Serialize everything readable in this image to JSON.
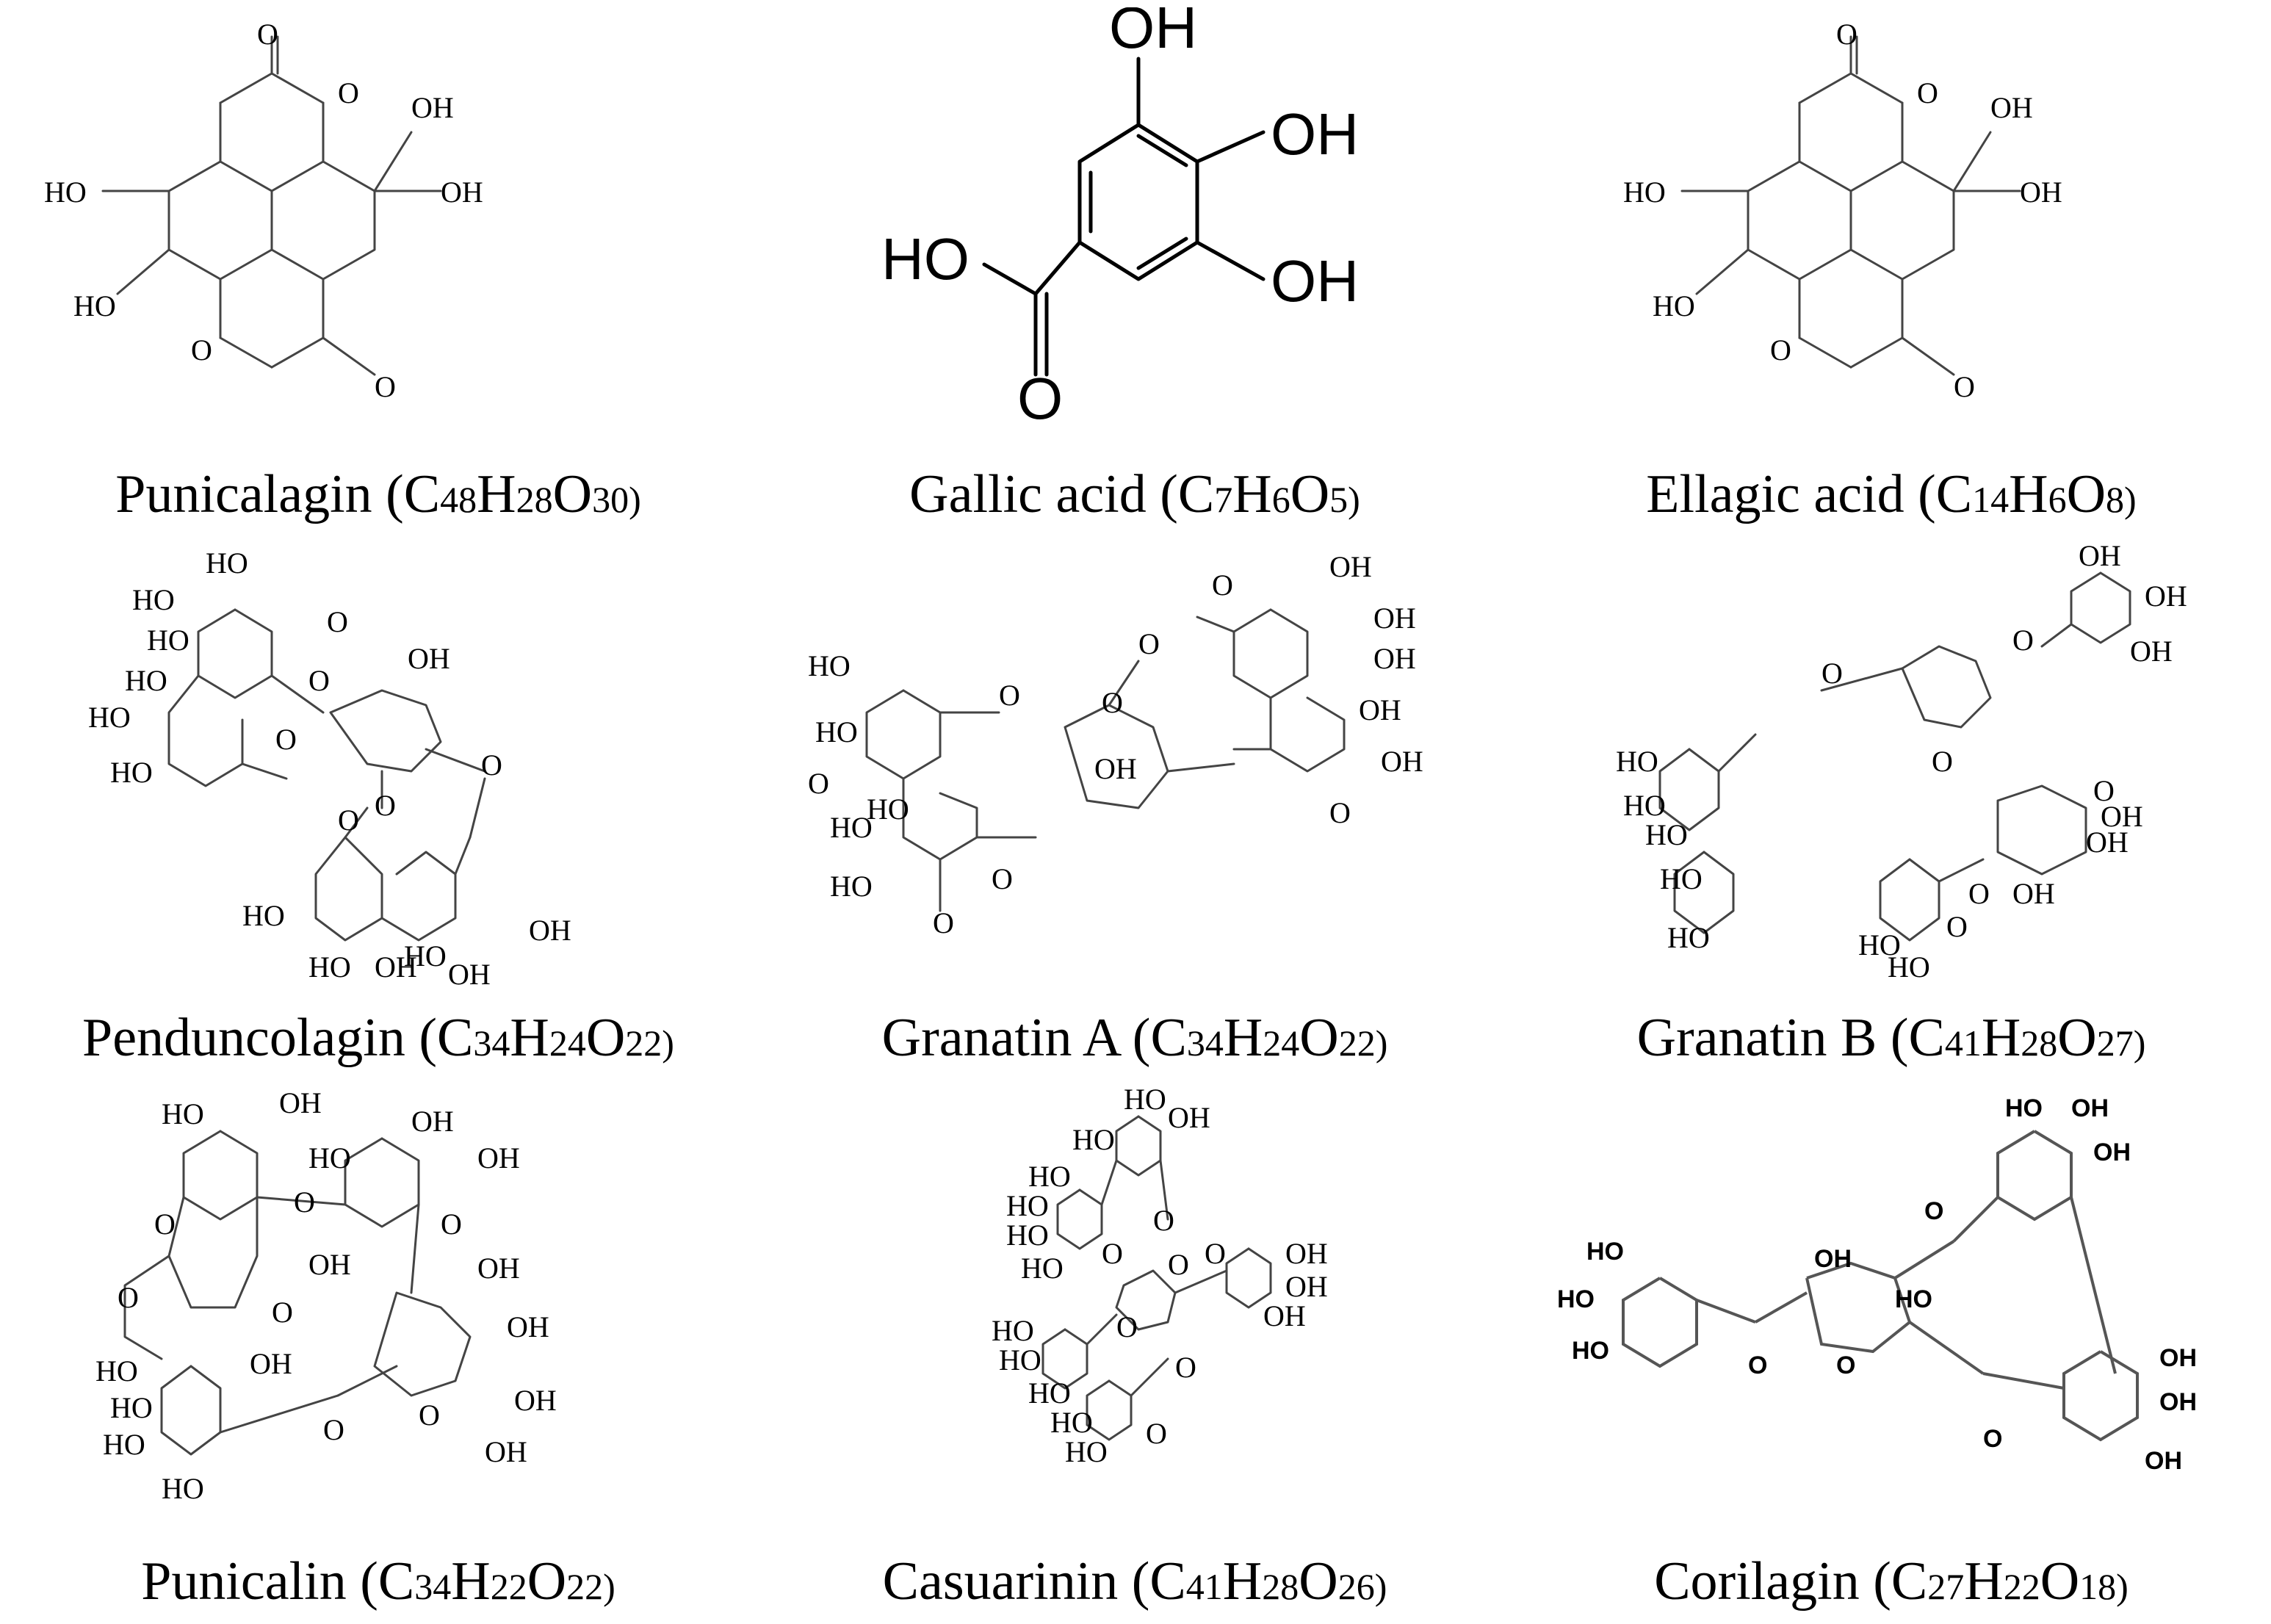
{
  "compounds": [
    {
      "name": "Punicalagin",
      "formula": [
        [
          "C",
          "48"
        ],
        [
          "H",
          "28"
        ],
        [
          "O",
          "30)"
        ]
      ],
      "prefix": "(",
      "groups": [
        "OH",
        "OH",
        "HO",
        "HO",
        "O",
        "O",
        "O",
        "O"
      ]
    },
    {
      "name": "Gallic acid",
      "formula": [
        [
          "C",
          "7"
        ],
        [
          "H",
          "6"
        ],
        [
          "O",
          "5)"
        ]
      ],
      "prefix": "(",
      "groups": [
        "OH",
        "OH",
        "OH",
        "HO",
        "O"
      ]
    },
    {
      "name": "Ellagic acid",
      "formula": [
        [
          "C",
          "14"
        ],
        [
          "H",
          "6"
        ],
        [
          "O",
          "8)"
        ]
      ],
      "prefix": "(",
      "groups": [
        "OH",
        "OH",
        "HO",
        "HO",
        "O",
        "O",
        "O",
        "O"
      ]
    },
    {
      "name": "Penduncolagin",
      "formula": [
        [
          "C",
          "34"
        ],
        [
          "H",
          "24"
        ],
        [
          "O",
          "22)"
        ]
      ],
      "prefix": "(",
      "groups": [
        "HO",
        "HO",
        "HO",
        "HO",
        "HO",
        "HO",
        "OH",
        "O",
        "O",
        "O",
        "O",
        "O",
        "O",
        "HO",
        "HO",
        "OH",
        "OH",
        "OH",
        "HO"
      ]
    },
    {
      "name": "Granatin A",
      "formula": [
        [
          "C",
          "34"
        ],
        [
          "H",
          "24"
        ],
        [
          "O",
          "22)"
        ]
      ],
      "prefix": "(",
      "groups": [
        "HO",
        "HO",
        "O",
        "HO",
        "HO",
        "HO",
        "O",
        "O",
        "OH",
        "OH",
        "OH",
        "OH",
        "OH",
        "OH",
        "O",
        "O",
        "O",
        "O",
        "O"
      ]
    },
    {
      "name": "Granatin B",
      "formula": [
        [
          "C",
          "41"
        ],
        [
          "H",
          "28"
        ],
        [
          "O",
          "27)"
        ]
      ],
      "prefix": "(",
      "groups": [
        "OH",
        "OH",
        "OH",
        "O",
        "O",
        "O",
        "HO",
        "HO",
        "HO",
        "HO",
        "HO",
        "HO",
        "OH",
        "OH",
        "O",
        "O",
        "OH",
        "HO",
        "O"
      ]
    },
    {
      "name": "Punicalin",
      "formula": [
        [
          "C",
          "34"
        ],
        [
          "H",
          "22"
        ],
        [
          "O",
          "22)"
        ]
      ],
      "prefix": "(",
      "groups": [
        "OH",
        "OH",
        "HO",
        "HO",
        "OH",
        "OH",
        "O",
        "O",
        "O",
        "O",
        "O",
        "OH",
        "HO",
        "HO",
        "HO",
        "HO",
        "OH",
        "OH",
        "OH",
        "OH",
        "O",
        "O"
      ]
    },
    {
      "name": "Casuarinin",
      "formula": [
        [
          "C",
          "41"
        ],
        [
          "H",
          "28"
        ],
        [
          "O",
          "26)"
        ]
      ],
      "prefix": "(",
      "groups": [
        "HO",
        "OH",
        "HO",
        "HO",
        "HO",
        "HO",
        "HO",
        "O",
        "O",
        "O",
        "O",
        "O",
        "OH",
        "OH",
        "OH",
        "HO",
        "HO",
        "HO",
        "HO",
        "HO",
        "O",
        "O"
      ]
    },
    {
      "name": "Corilagin",
      "formula": [
        [
          "C",
          "27"
        ],
        [
          "H",
          "22"
        ],
        [
          "O",
          "18)"
        ]
      ],
      "prefix": "(",
      "groups": [
        "HO",
        "OH",
        "OH",
        "HO",
        "OH",
        "HO",
        "HO",
        "HO",
        "OH",
        "OH",
        "OH",
        "O",
        "O",
        "O",
        "O"
      ]
    }
  ]
}
